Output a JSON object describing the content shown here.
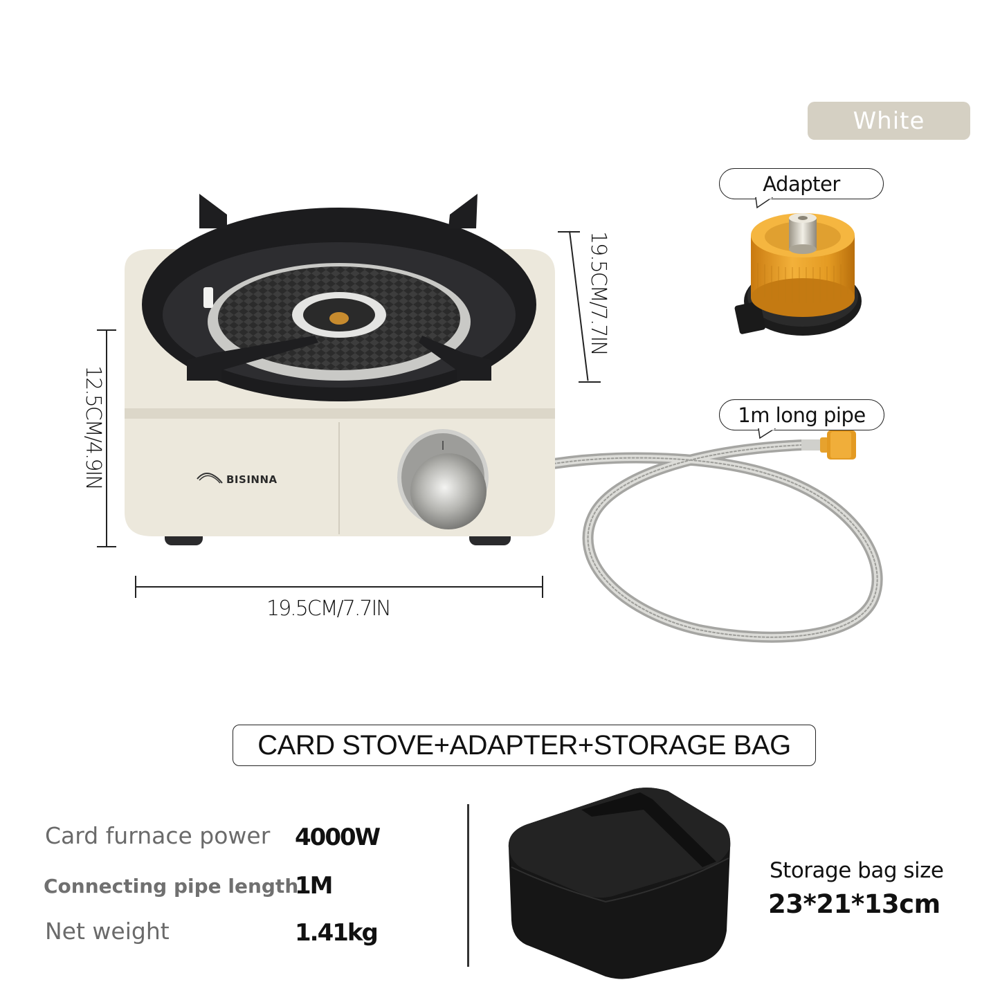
{
  "color_option": {
    "label": "White",
    "bg_color": "#d5d0c3"
  },
  "callouts": {
    "adapter": {
      "label": "Adapter"
    },
    "pipe": {
      "label": "1m long pipe"
    }
  },
  "product": {
    "brand": "BISINNA",
    "body_color": "#ede9dd",
    "accent_color": "#e5a227"
  },
  "dimensions": {
    "height": "12.5CM/4.9IN",
    "width": "19.5CM/7.7IN",
    "depth": "19.5CM/7.7IN"
  },
  "package_title": "CARD STOVE+ADAPTER+STORAGE BAG",
  "specs": [
    {
      "label": "Card furnace power",
      "value": "4000W"
    },
    {
      "label": "Connecting pipe length",
      "value": "1M"
    },
    {
      "label": "Net weight",
      "value": "1.41kg"
    }
  ],
  "storage_bag": {
    "title": "Storage bag size",
    "size": "23*21*13cm"
  }
}
